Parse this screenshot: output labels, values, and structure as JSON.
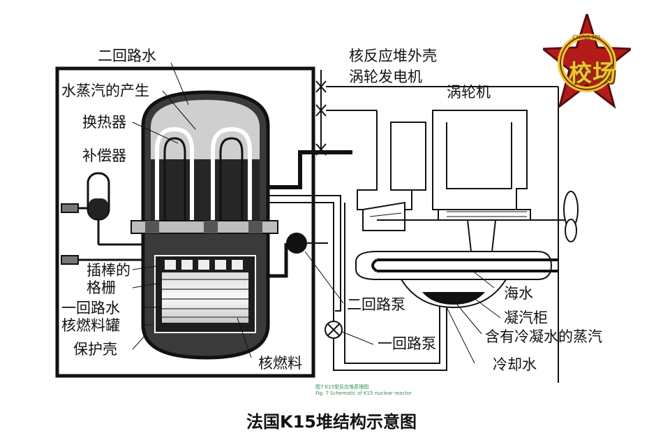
{
  "labels": {
    "secondary_water": "二回路水",
    "reactor_shell": "核反应堆外壳",
    "steam_generation": "水蒸汽的产生",
    "turbo_generator": "涡轮发电机",
    "turbine": "涡轮机",
    "heat_exchanger": "换热器",
    "compensator": "补偿器",
    "rod_grid_line1": "插棒的",
    "rod_grid_line2": "格栅",
    "primary_water": "一回路水",
    "fuel_tank": "核燃料罐",
    "protective_shell": "保护壳",
    "nuclear_fuel": "核燃料",
    "secondary_pump": "二回路泵",
    "primary_pump": "一回路泵",
    "sea_water": "海水",
    "condenser": "凝汽柜",
    "condensate_steam": "含有冷凝水的蒸汽",
    "cooling_water": "冷却水"
  },
  "caption": {
    "cn": "图7 K15型反应堆原理图",
    "en": "Fig. 7  Schematic of K15 nuclear reactor"
  },
  "title": "法国K15堆结构示意图",
  "logo": {
    "text": "校场",
    "ring_top": "CHINA MIL",
    "icon": "red-star-icon",
    "colors": {
      "star": "#b31b1b",
      "text": "#f3c531",
      "outline": "#6a3a08"
    }
  }
}
